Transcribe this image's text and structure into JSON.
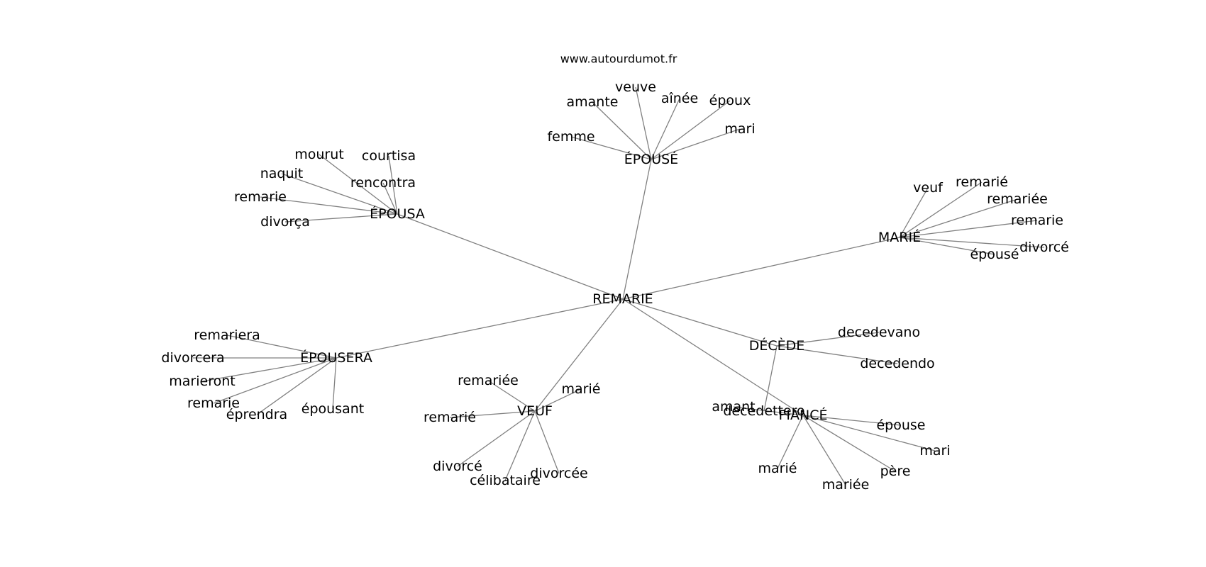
{
  "source_label": "www.autourdumot.fr",
  "colors": {
    "background": "#ffffff",
    "edge": "#808080",
    "text": "#000000"
  },
  "center": "REMARIE",
  "clusters": [
    {
      "hub": "ÉPOUSÉ",
      "words": [
        "femme",
        "amante",
        "veuve",
        "aînée",
        "époux",
        "mari"
      ]
    },
    {
      "hub": "ÉPOUSA",
      "words": [
        "mourut",
        "courtisa",
        "naquit",
        "rencontra",
        "remarie",
        "divorça"
      ]
    },
    {
      "hub": "MARIÉ",
      "words": [
        "veuf",
        "remarié",
        "remariée",
        "remarie",
        "divorcé",
        "épousé"
      ]
    },
    {
      "hub": "ÉPOUSERA",
      "words": [
        "remariera",
        "divorcera",
        "marieront",
        "remarie",
        "éprendra",
        "épousant"
      ]
    },
    {
      "hub": "VEUF",
      "words": [
        "remariée",
        "marié",
        "remarié",
        "divorcé",
        "célibataire",
        "divorcée"
      ]
    },
    {
      "hub": "DÉCÈDE",
      "words": [
        "decedevano",
        "decedendo",
        "decedettero"
      ]
    },
    {
      "hub": "FIANCÉ",
      "words": [
        "amant",
        "épouse",
        "mari",
        "marié",
        "mariée",
        "père"
      ]
    }
  ]
}
